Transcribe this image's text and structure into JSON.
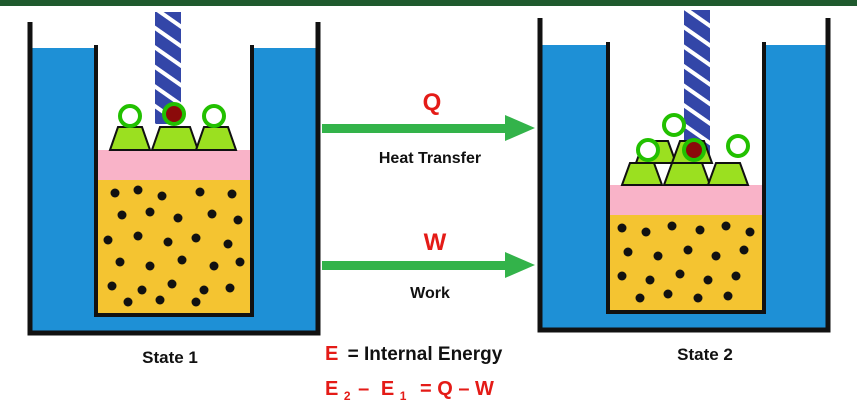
{
  "arrows": [
    {
      "symbol": "Q",
      "caption": "Heat Transfer"
    },
    {
      "symbol": "W",
      "caption": "Work"
    }
  ],
  "states": [
    {
      "label": "State 1"
    },
    {
      "label": "State 2"
    }
  ],
  "legend": {
    "symbol": "E",
    "definition": "= Internal  Energy"
  },
  "equation": {
    "e2": "E",
    "sub2": "2",
    "minus1": "–",
    "e1": "E",
    "sub1": "1",
    "rhs": "=  Q  –  W"
  },
  "colors": {
    "frame": "#1f5a2e",
    "water": "#1e90d6",
    "gas": "#f4c431",
    "piston": "#f9b3c8",
    "weight": "#9be020",
    "ring": "#22c000",
    "ball": "#8b0a0a",
    "rod": "#3346a8",
    "arrow": "#33b34a",
    "red_text": "#e41b17"
  }
}
